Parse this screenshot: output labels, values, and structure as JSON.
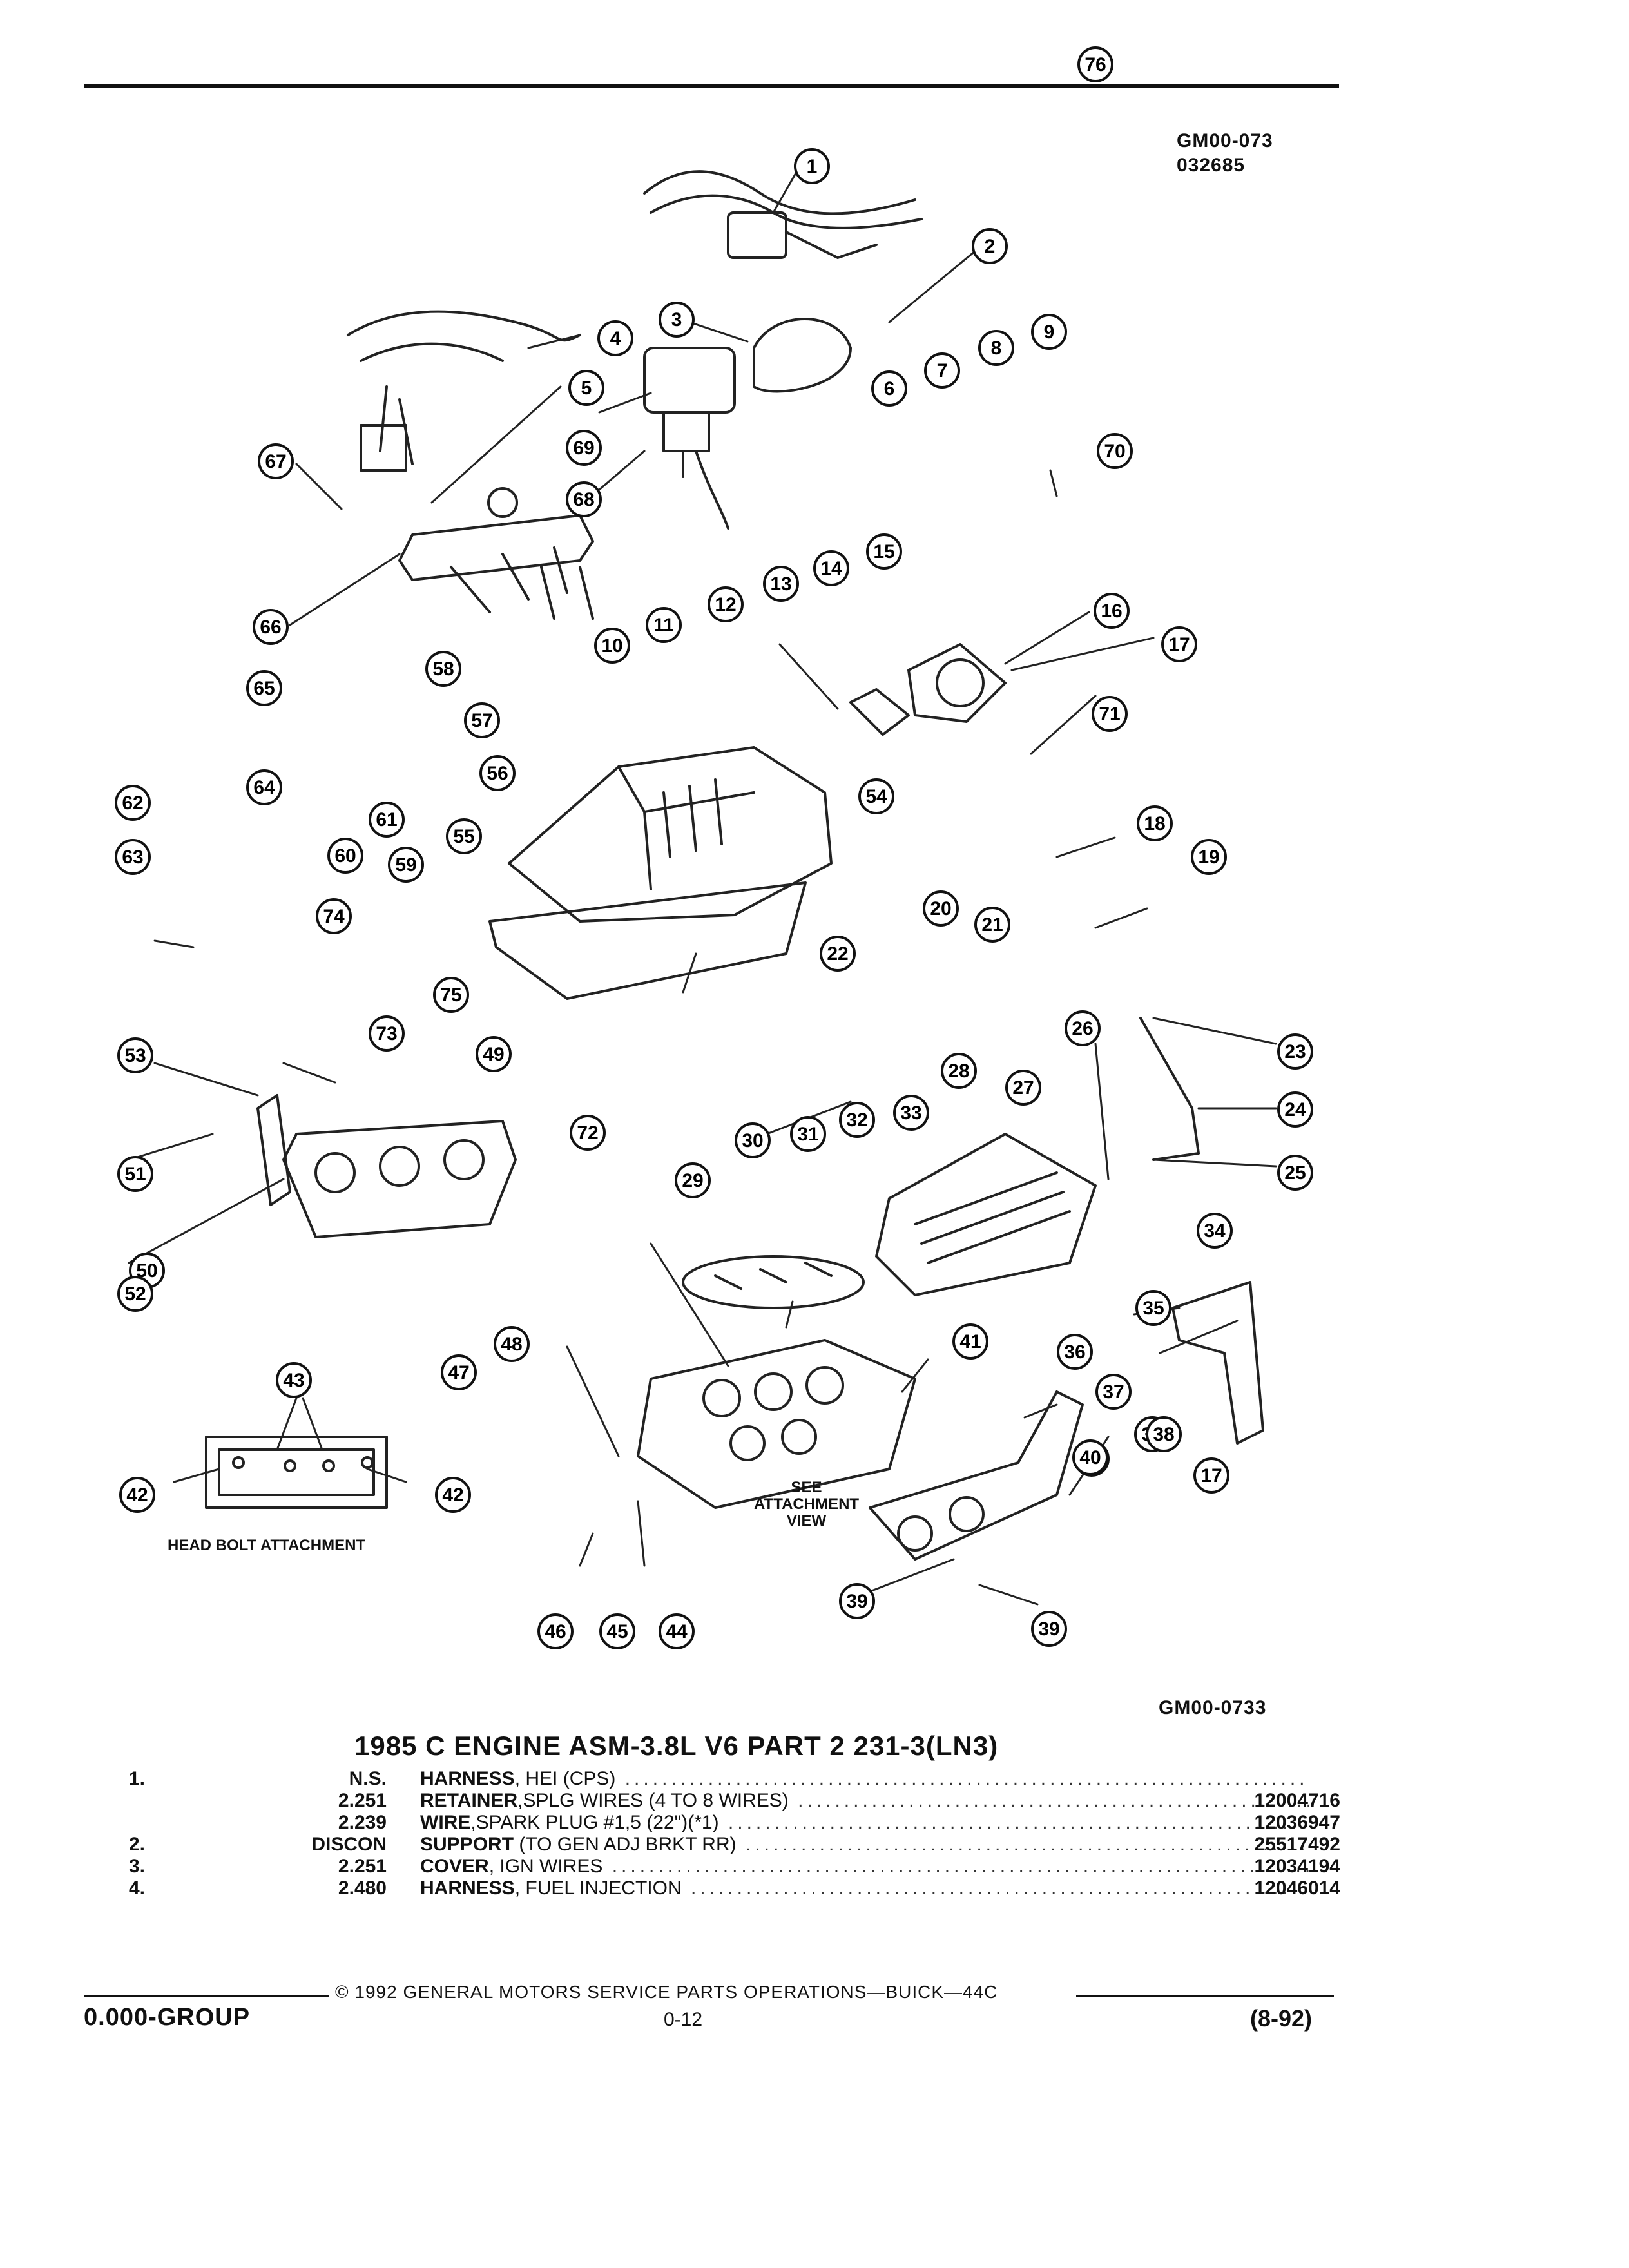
{
  "header": {
    "ref_top_line1": "GM00-073",
    "ref_top_line2": "032685",
    "ref_bottom": "GM00-0733"
  },
  "diagram": {
    "labels": {
      "head_bolt": "HEAD BOLT ATTACHMENT",
      "see_attachment": "SEE\nATTACHMENT\nVIEW"
    },
    "callouts": [
      "1",
      "2",
      "3",
      "4",
      "5",
      "6",
      "7",
      "8",
      "9",
      "10",
      "11",
      "12",
      "13",
      "14",
      "15",
      "16",
      "17",
      "17",
      "18",
      "19",
      "20",
      "21",
      "22",
      "23",
      "24",
      "25",
      "26",
      "27",
      "28",
      "29",
      "30",
      "31",
      "32",
      "33",
      "34",
      "35",
      "36",
      "37",
      "38",
      "38",
      "39",
      "39",
      "40",
      "40",
      "41",
      "42",
      "42",
      "43",
      "44",
      "45",
      "46",
      "47",
      "48",
      "49",
      "50",
      "51",
      "52",
      "53",
      "54",
      "55",
      "56",
      "57",
      "58",
      "59",
      "60",
      "61",
      "62",
      "63",
      "64",
      "65",
      "66",
      "67",
      "68",
      "69",
      "70",
      "71",
      "72",
      "73",
      "74",
      "75",
      "76"
    ]
  },
  "title": "1985 C ENGINE ASM-3.8L V6 PART 2 231-3(LN3)",
  "parts": [
    {
      "idx": "1.",
      "level": "N.S.",
      "name": "HARNESS",
      "detail": ", HEI (CPS)",
      "part_no": ""
    },
    {
      "idx": "",
      "level": "2.251",
      "name": "RETAINER",
      "detail": ",SPLG WIRES (4 TO 8 WIRES)",
      "part_no": "12004716"
    },
    {
      "idx": "",
      "level": "2.239",
      "name": "WIRE",
      "detail": ",SPARK PLUG #1,5 (22\")(*1)",
      "part_no": "12036947"
    },
    {
      "idx": "2.",
      "level": "DISCON",
      "name": "SUPPORT",
      "detail": " (TO GEN ADJ BRKT RR)",
      "part_no": "25517492"
    },
    {
      "idx": "3.",
      "level": "2.251",
      "name": "COVER",
      "detail": ", IGN WIRES",
      "part_no": "12034194"
    },
    {
      "idx": "4.",
      "level": "2.480",
      "name": "HARNESS",
      "detail": ", FUEL INJECTION",
      "part_no": "12046014"
    }
  ],
  "footer": {
    "copyright": "© 1992 GENERAL MOTORS SERVICE PARTS OPERATIONS—BUICK—44C",
    "group": "0.000-GROUP",
    "page": "0-12",
    "revision": "(8-92)"
  }
}
